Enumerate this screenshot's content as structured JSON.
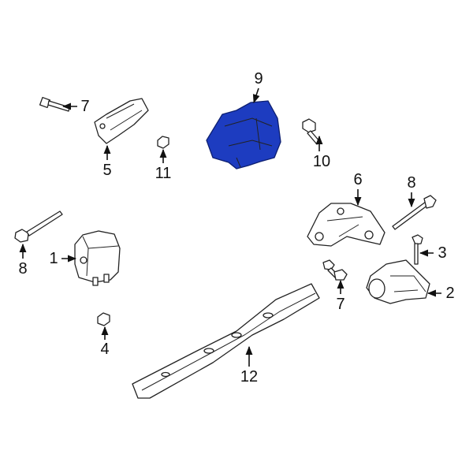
{
  "diagram": {
    "highlight_color": "#1d3cc0",
    "callouts": [
      {
        "id": "c9",
        "label": "9"
      },
      {
        "id": "c7a",
        "label": "7"
      },
      {
        "id": "c5",
        "label": "5"
      },
      {
        "id": "c11",
        "label": "11"
      },
      {
        "id": "c10",
        "label": "10"
      },
      {
        "id": "c6",
        "label": "6"
      },
      {
        "id": "c8a",
        "label": "8"
      },
      {
        "id": "c3",
        "label": "3"
      },
      {
        "id": "c2",
        "label": "2"
      },
      {
        "id": "c7b",
        "label": "7"
      },
      {
        "id": "c1",
        "label": "1"
      },
      {
        "id": "c8b",
        "label": "8"
      },
      {
        "id": "c4",
        "label": "4"
      },
      {
        "id": "c12",
        "label": "12"
      }
    ]
  }
}
